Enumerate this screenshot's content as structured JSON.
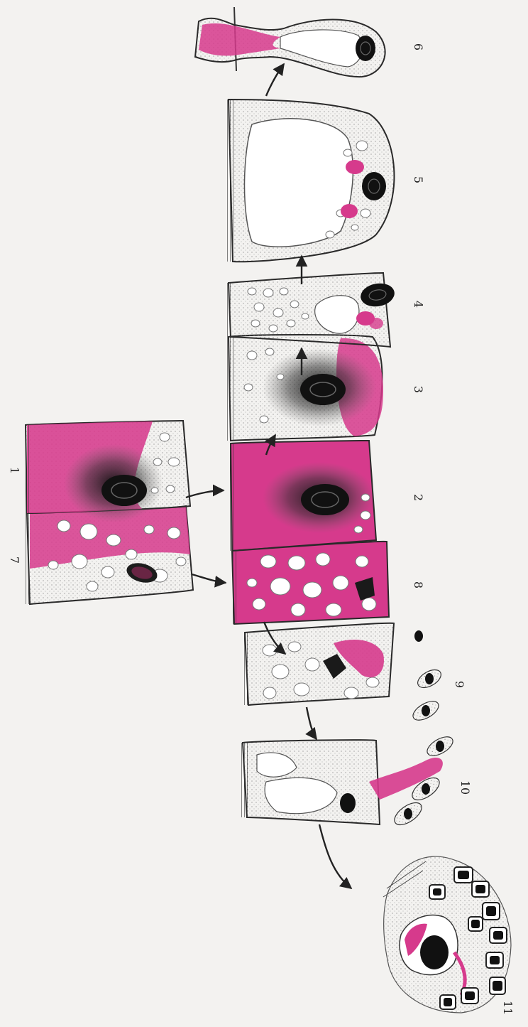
{
  "figure": {
    "panel_labels": [
      "1",
      "2",
      "3",
      "4",
      "5",
      "6",
      "7",
      "8",
      "9",
      "10",
      "11"
    ]
  },
  "colors": {
    "background": "#f3f2f0",
    "cytoplasm": "#eeedeb",
    "stain_pink": "#d63a8c",
    "nucleus": "#1a1a1a",
    "outline": "#2a2a2a",
    "arrow": "#222222"
  }
}
